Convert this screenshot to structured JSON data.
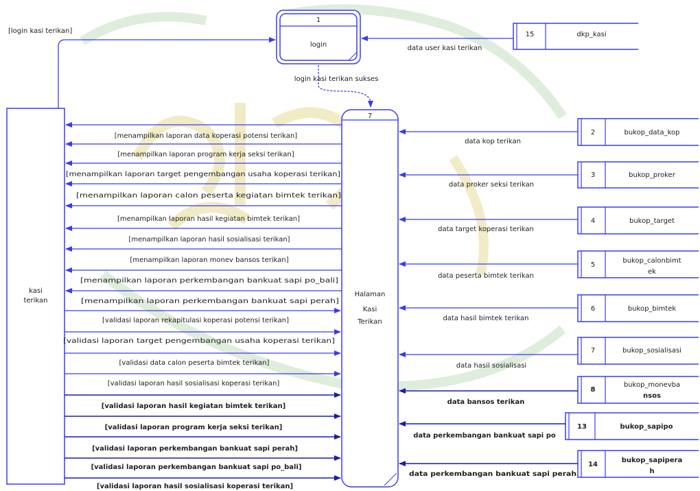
{
  "process_login": {
    "number": "1",
    "label": "login"
  },
  "process_halaman": {
    "number": "7",
    "label_lines": [
      "Halaman",
      "Kasi",
      "Terikan"
    ]
  },
  "entity_kasi": {
    "label_lines": [
      "kasi",
      "terikan"
    ]
  },
  "flow_login_kasi": "[login kasi terikan]",
  "flow_login_sukses": "login kasi terikan sukses",
  "store_dkp": {
    "number": "15",
    "name": "dkp_kasi",
    "flow": "data user kasi terikan"
  },
  "stores": [
    {
      "number": "2",
      "name_lines": [
        "bukop_data_kop"
      ],
      "flow": "data kop terikan"
    },
    {
      "number": "3",
      "name_lines": [
        "bukop_proker"
      ],
      "flow": "data proker seksi terikan"
    },
    {
      "number": "4",
      "name_lines": [
        "bukop_target"
      ],
      "flow": "data target koperasi terikan"
    },
    {
      "number": "5",
      "name_lines": [
        "bukop_calonbimt",
        "ek"
      ],
      "flow": "data peserta bimtek terikan"
    },
    {
      "number": "6",
      "name_lines": [
        "bukop_bimtek"
      ],
      "flow": "data hasil bimtek terikan"
    },
    {
      "number": "7",
      "name_lines": [
        "bukop_sosialisasi"
      ],
      "flow": "data hasil sosialisasi"
    },
    {
      "number": "8",
      "name_lines": [
        "bukop_monevba",
        "nsos"
      ],
      "flow": "data bansos terikan"
    },
    {
      "number": "13",
      "name_lines": [
        "bukop_sapipo"
      ],
      "flow": "data perkembangan bankuat sapi po"
    },
    {
      "number": "14",
      "name_lines": [
        "bukop_sapipera",
        "h"
      ],
      "flow": "data perkembangan bankuat sapi perah"
    }
  ],
  "display_flows": [
    "[menampilkan laporan data koperasi potensi terikan]",
    "[menampilkan laporan program kerja seksi terikan]",
    "[menampilkan laporan target pengembangan usaha koperasi terikan]",
    "[menampilkan laporan calon peserta kegiatan bimtek terikan]",
    "[menampilkan laporan hasil kegiatan bimtek terikan]",
    "[menampilkan laporan hasil sosialisasi terikan]",
    "[menampilkan laporan monev bansos terikan]",
    "[menampilkan laporan perkembangan bankuat sapi po_bali]",
    "[menampilkan laporan perkembangan bankuat sapi perah]"
  ],
  "validation_flows": [
    "[validasi laporan rekapitulasi koperasi potensi terikan]",
    "[validasi laporan target pengembangan usaha koperasi terikan]",
    "[validasi data calon peserta bimtek terikan]",
    "[validasi laporan hasil sosialisasi koperasi terikan]",
    "[validasi laporan hasil kegiatan bimtek terikan]",
    "[validasi laporan program kerja seksi terikan]",
    "[validasi laporan perkembangan bankuat sapi perah]",
    "[validasi laporan perkembangan bankuat sapi po_bali]",
    "[validasi laporan hasil sosialisasi koperasi terikan]"
  ],
  "colors": {
    "line": "#3a3af0",
    "line_dark": "#1a1ab0",
    "watermark": "#b5d6b0",
    "watermark_gold": "#e8dc9a",
    "text": "#202020"
  }
}
